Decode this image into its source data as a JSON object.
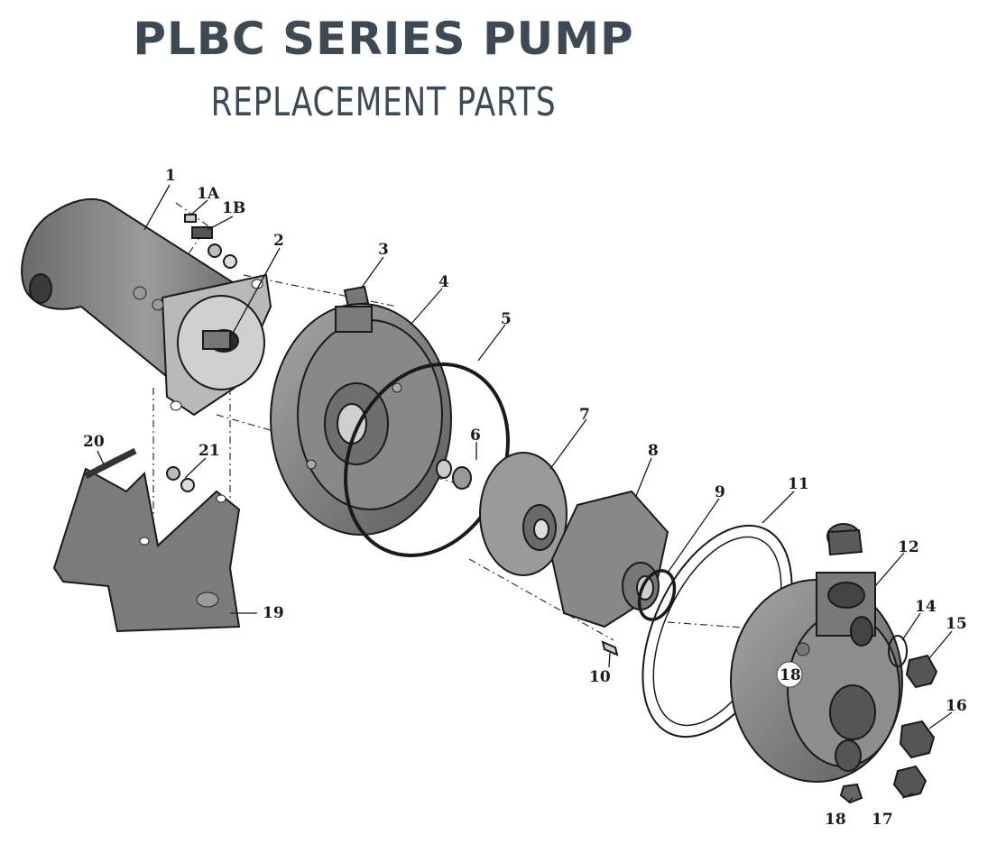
{
  "header": {
    "title": "PLBC SERIES PUMP",
    "subtitle": "REPLACEMENT PARTS"
  },
  "parts": {
    "p1": "1",
    "p1a": "1A",
    "p1b": "1B",
    "p2": "2",
    "p3": "3",
    "p4": "4",
    "p5": "5",
    "p6": "6",
    "p7": "7",
    "p8": "8",
    "p9": "9",
    "p10": "10",
    "p11": "11",
    "p12": "12",
    "p14": "14",
    "p15": "15",
    "p16": "16",
    "p17": "17",
    "p18a": "18",
    "p18b": "18",
    "p19": "19",
    "p20": "20",
    "p21": "21"
  },
  "colors": {
    "title": "#3d4a55",
    "part_fill": "#8a8a8a",
    "part_dark": "#5a5a5a",
    "line": "#1a1a1a"
  }
}
